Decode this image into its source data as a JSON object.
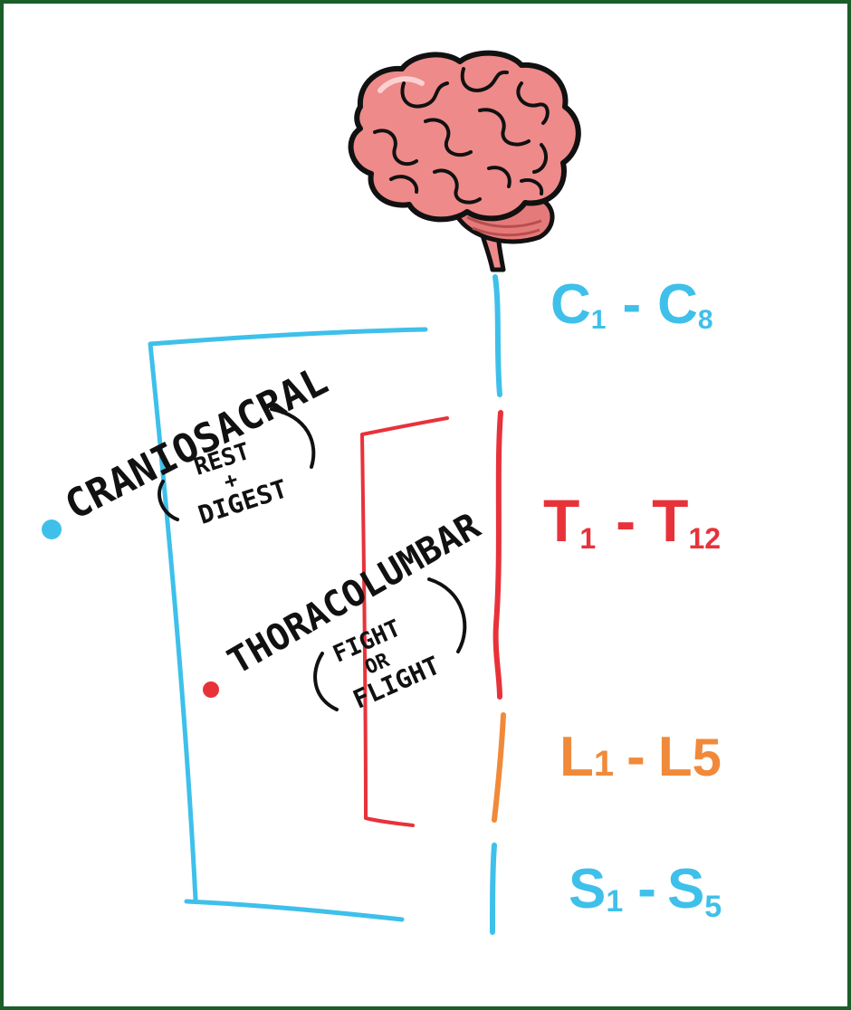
{
  "colors": {
    "parasympathetic": "#3ec0ea",
    "sympathetic": "#e8323a",
    "lumbar": "#f08a3a",
    "sacral": "#3ec0ea",
    "brain_fill": "#ee8a8a",
    "brain_dark": "#c45a5a",
    "frame": "#1a5e2a"
  },
  "icons": {
    "brain": "brain-icon"
  },
  "segments": [
    {
      "label": "C",
      "sub_start": "1",
      "sep": "-",
      "label_end": "C",
      "sub_end": "8"
    },
    {
      "label": "T",
      "sub_start": "1",
      "sep": "-",
      "label_end": "T",
      "sub_end": "12"
    },
    {
      "label": "L",
      "sub_start": "1",
      "sep": "-",
      "label_end": "L",
      "sub_end": "5"
    },
    {
      "label": "S",
      "sub_start": "1",
      "sep": "-",
      "label_end": "S",
      "sub_end": "5"
    }
  ],
  "craniosacral": {
    "title": "CRANIOSACRAL",
    "note_line1": "REST",
    "note_line2": "+",
    "note_line3": "DIGEST"
  },
  "thoracolumbar": {
    "title": "THORACOLUMBAR",
    "note_line1": "FIGHT",
    "note_line2": "OR",
    "note_line3": "FLIGHT"
  }
}
